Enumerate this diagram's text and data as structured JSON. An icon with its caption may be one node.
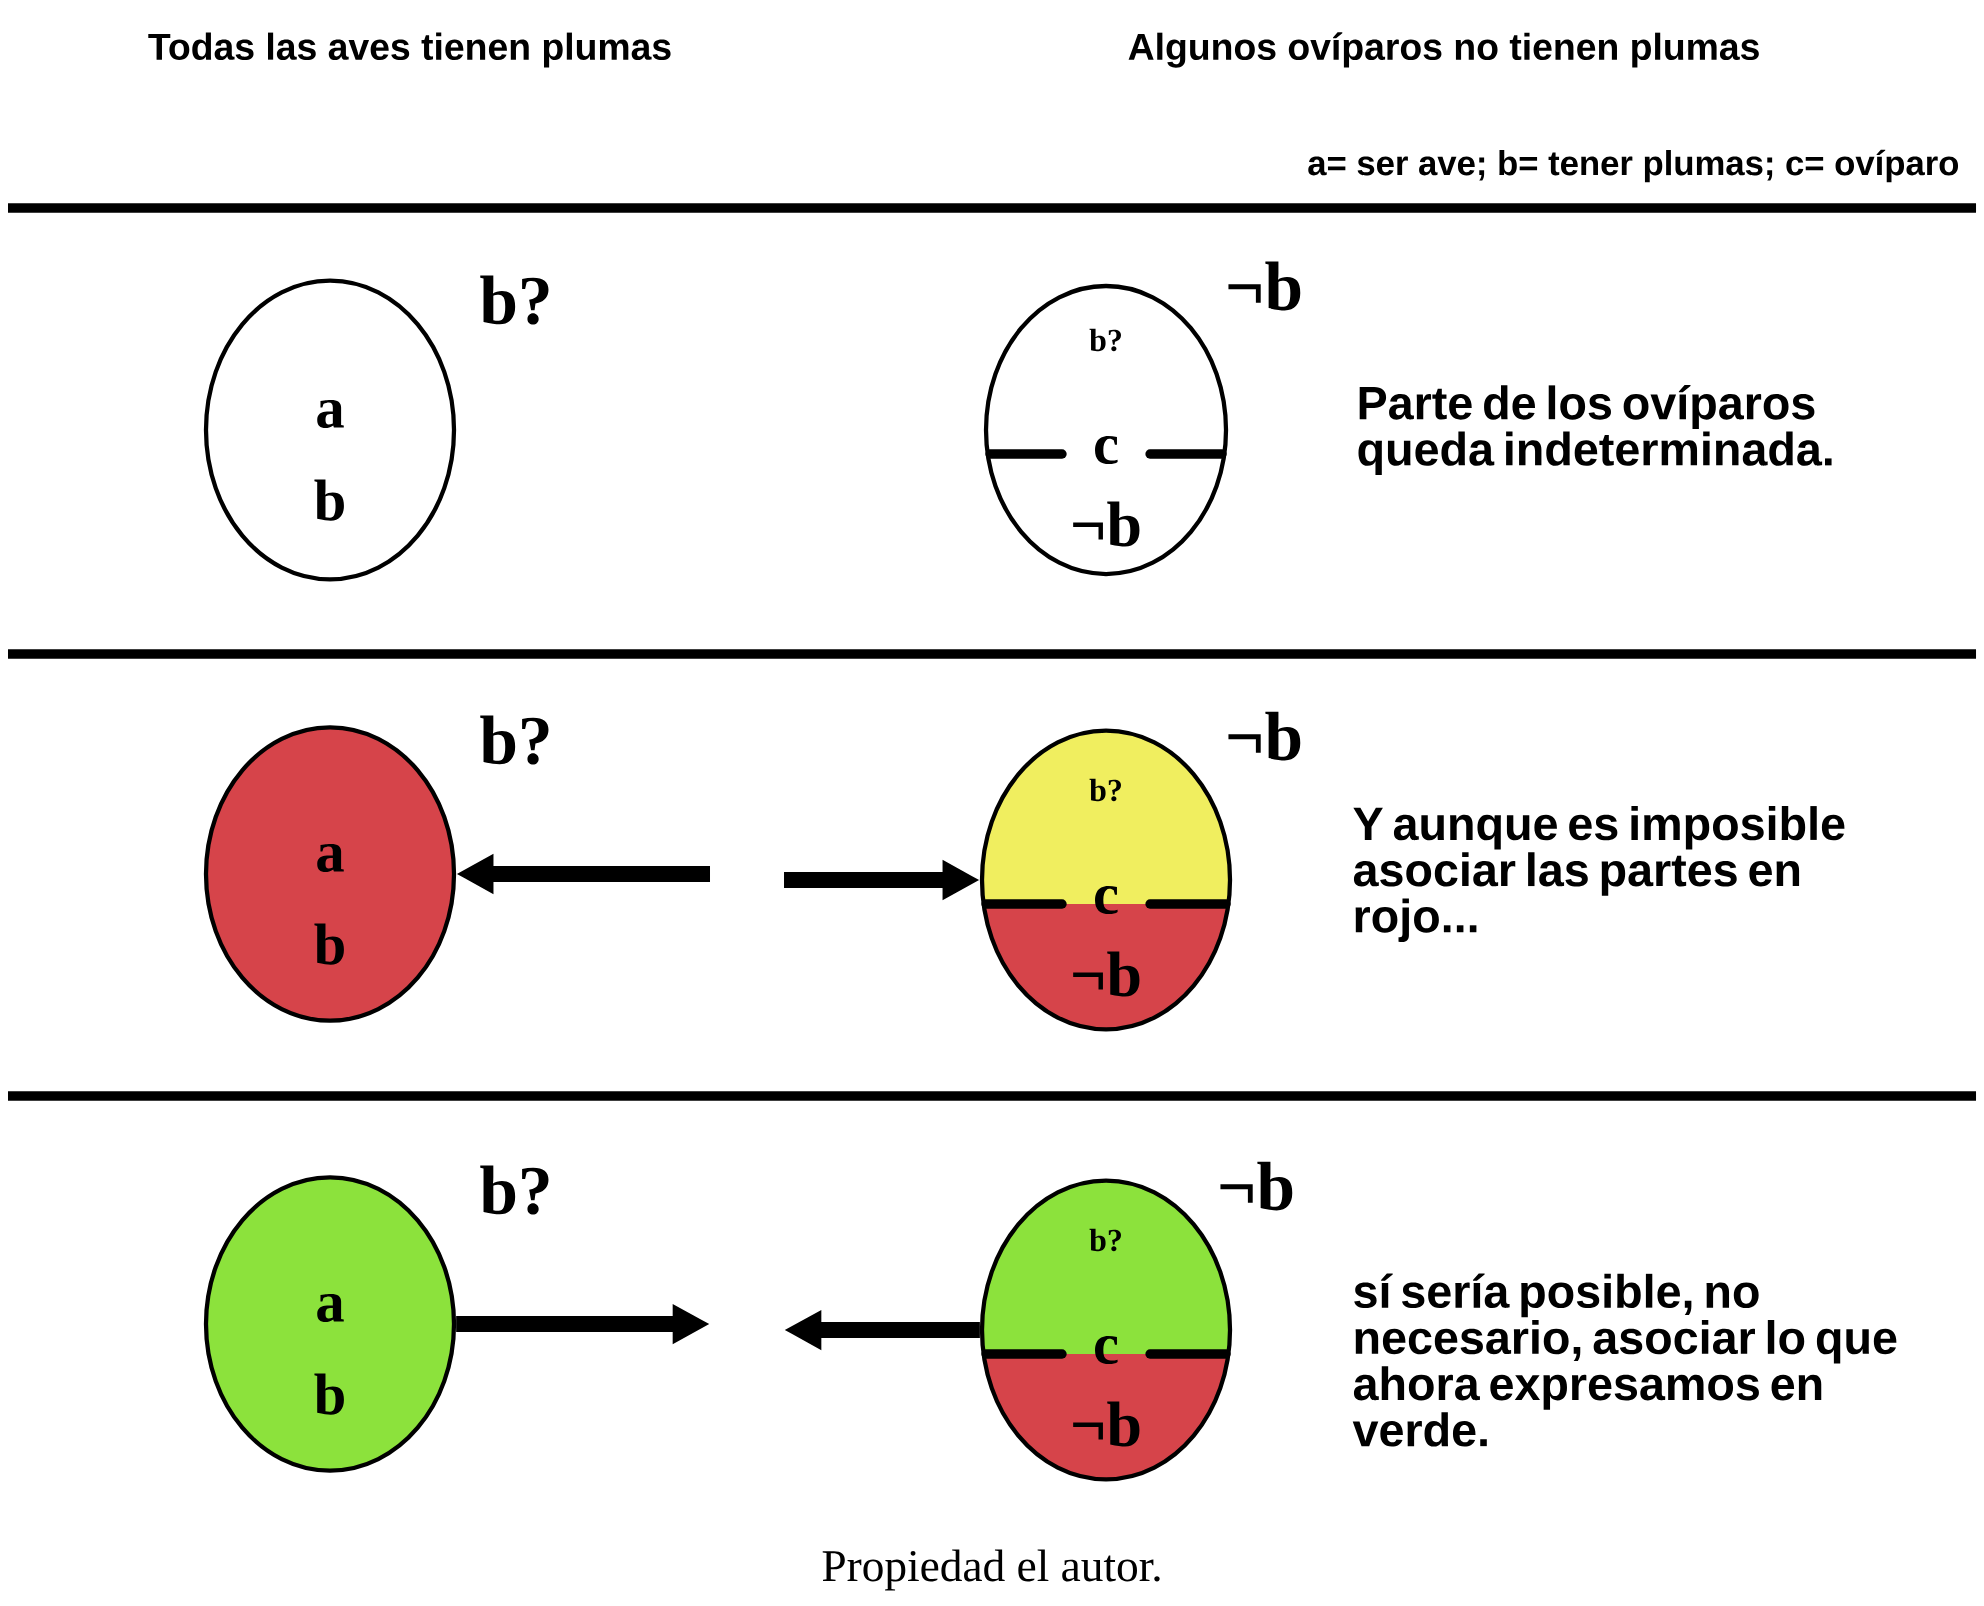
{
  "diagram": {
    "caption": "Propiedad el autor.",
    "nodes": [
      {
        "text": [
          "a",
          "b"
        ],
        "beside": [
          "b?"
        ]
      },
      {
        "text": [
          "b?",
          "c",
          "¬b"
        ],
        "beside": [
          "¬b"
        ]
      },
      {
        "text": [
          "a",
          "b"
        ],
        "beside": [
          "b?"
        ]
      },
      {
        "text": [
          "b?",
          "c",
          "¬b"
        ],
        "beside": [
          "¬b"
        ]
      },
      {
        "text": [
          "a",
          "b"
        ],
        "beside": [
          "b?"
        ]
      },
      {
        "text": [
          "b?",
          "c",
          "¬b"
        ],
        "beside": [
          "¬b"
        ]
      }
    ],
    "edges": [
      {
        "from": null,
        "to": 2,
        "arrow": "to"
      },
      {
        "from": null,
        "to": 3,
        "arrow": "to"
      },
      {
        "from": 4,
        "to": null,
        "arrow": "to"
      },
      {
        "from": 5,
        "to": null,
        "arrow": "to"
      }
    ],
    "labels": [
      "Todas las aves tienen plumas",
      "Algunos ovíparos no tienen plumas",
      "a= ser ave; b= tener plumas; c= ovíparo",
      "Parte de los ovíparos queda indeterminada.",
      "Y aunque es imposible asociar las partes en rojo...",
      "sí sería posible, no necesario, asociar lo que ahora expresamos en verde."
    ]
  }
}
